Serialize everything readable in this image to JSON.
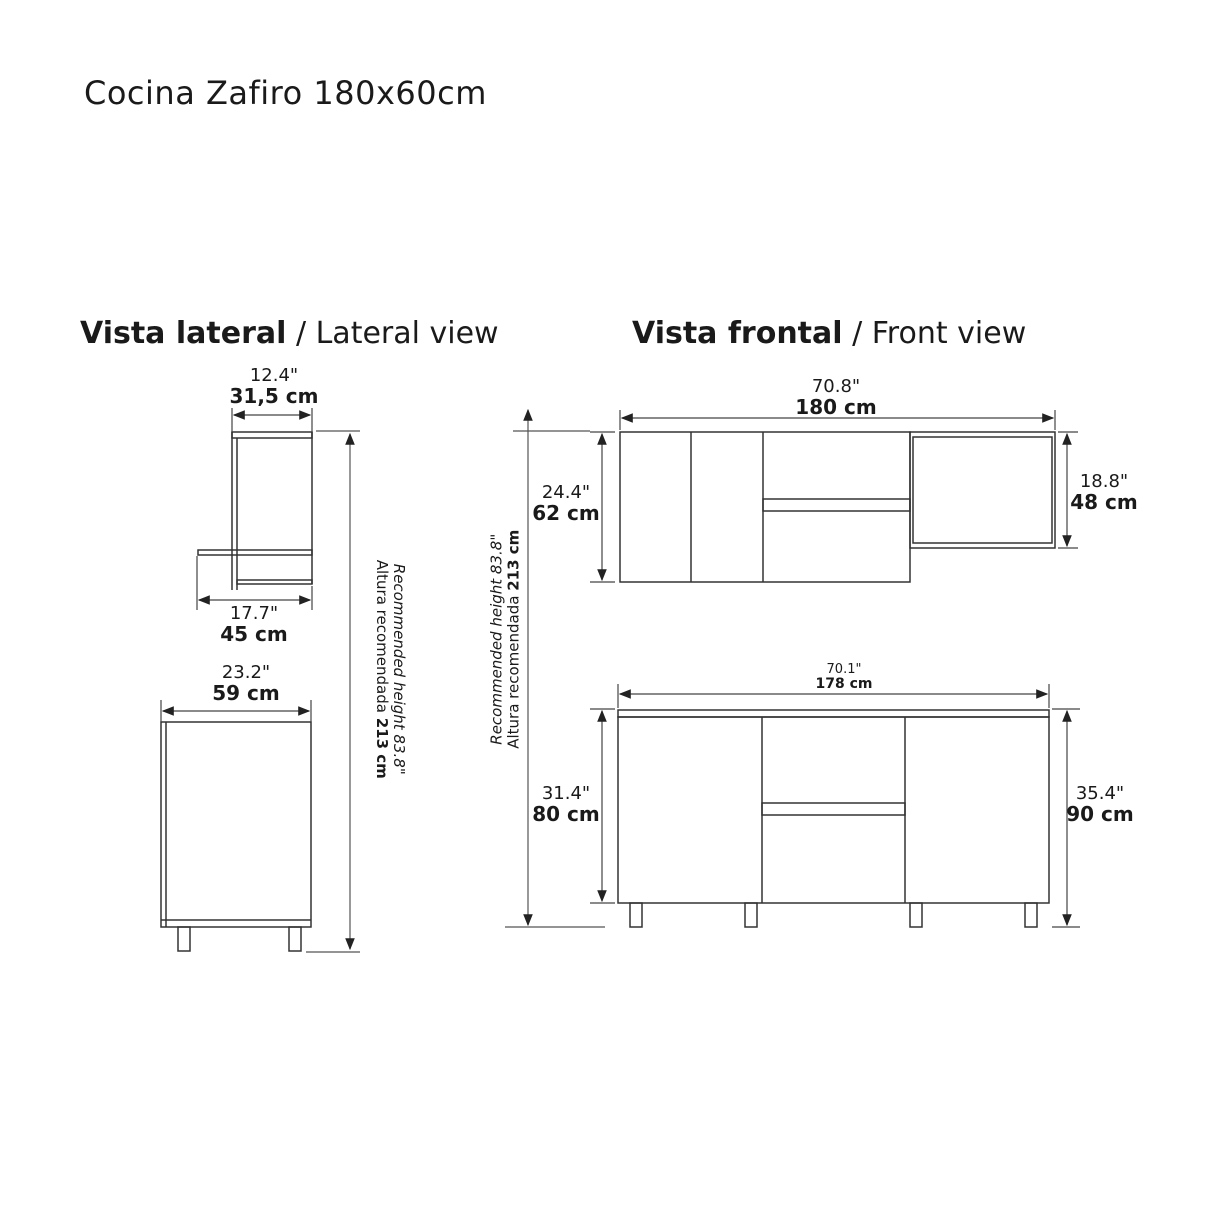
{
  "title": "Cocina Zafiro 180x60cm",
  "lateral_view": {
    "heading_bold": "Vista lateral",
    "heading_sep": " / ",
    "heading_light": "Lateral view",
    "upper_depth": {
      "inches": "12.4\"",
      "cm": "31,5 cm"
    },
    "shelf_depth": {
      "inches": "17.7\"",
      "cm": "45 cm"
    },
    "lower_depth": {
      "inches": "23.2\"",
      "cm": "59 cm"
    },
    "recommended_height": {
      "line1": "Recommended height 83.8\"",
      "line2_prefix": "Altura recomendada ",
      "line2_bold": "213 cm"
    }
  },
  "front_view": {
    "heading_bold": "Vista frontal",
    "heading_sep": " / ",
    "heading_light": "Front view",
    "upper_width": {
      "inches": "70.8\"",
      "cm": "180 cm"
    },
    "upper_height": {
      "inches": "24.4\"",
      "cm": "62 cm"
    },
    "open_shelf_height": {
      "inches": "18.8\"",
      "cm": "48 cm"
    },
    "lower_width": {
      "inches": "70.1\"",
      "cm": "178 cm"
    },
    "lower_body_height": {
      "inches": "31.4\"",
      "cm": "80 cm"
    },
    "lower_total_height": {
      "inches": "35.4\"",
      "cm": "90 cm"
    },
    "recommended_height": {
      "line1": "Recommended height 83.8\"",
      "line2_prefix": "Altura recomendada ",
      "line2_bold": "213 cm"
    }
  },
  "colors": {
    "line": "#333333",
    "dim_line": "#555555",
    "text": "#1a1a1a"
  }
}
